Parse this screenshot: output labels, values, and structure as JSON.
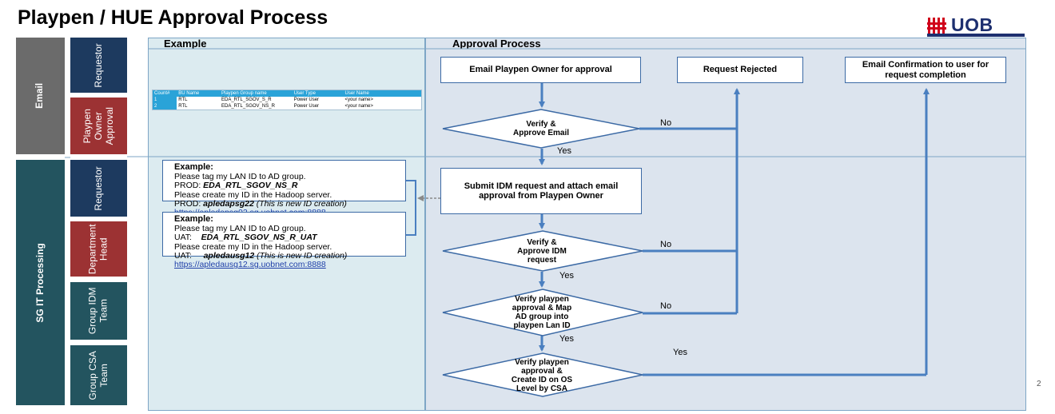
{
  "title": "Playpen / HUE Approval Process",
  "logo": {
    "text": "UOB"
  },
  "page_number": "2",
  "groups": [
    {
      "label": "Email",
      "color": "#6b6b6b"
    },
    {
      "label": "SG IT Processing",
      "color": "#23545f"
    }
  ],
  "lanes": [
    {
      "label": "Requestor",
      "color": "#1d3a5f"
    },
    {
      "label": "Playpen\nOwner\nApproval",
      "color": "#9c3233"
    },
    {
      "label": "Requestor",
      "color": "#1d3a5f"
    },
    {
      "label": "Department\nHead",
      "color": "#9c3233"
    },
    {
      "label": "Group IDM\nTeam",
      "color": "#23545f"
    },
    {
      "label": "Group CSA\nTeam",
      "color": "#23545f"
    }
  ],
  "panels": {
    "example": "Example",
    "approval": "Approval Process"
  },
  "table": {
    "headers": [
      "Count#",
      "BU Name",
      "Playpen Group name",
      "User Type",
      "User Name"
    ],
    "rows": [
      [
        "1",
        "RTL",
        "EDA_RTL_SGOV_S_R",
        "Power User",
        "<your name>"
      ],
      [
        "2",
        "RTL",
        "EDA_RTL_SGOV_NS_R",
        "Power User",
        "<your name>"
      ]
    ]
  },
  "example1": {
    "heading": "Example:",
    "line1": "Please tag my LAN ID to AD group.",
    "prod_label": "PROD: ",
    "prod_group": "EDA_RTL_SGOV_NS_R",
    "line3": "Please create my ID in the Hadoop server.",
    "prod2_label": "PROD: ",
    "prod2_host": "apledapsg22",
    "prod2_note": " (This is new ID creation)",
    "url": "https://apledapsg02.sg.uobnet.com:8888"
  },
  "example2": {
    "heading": "Example:",
    "line1": "Please tag my LAN ID to AD group.",
    "uat_label": "UAT:    ",
    "uat_group": "EDA_RTL_SGOV_NS_R_UAT",
    "line3": "Please create my ID in the Hadoop server.",
    "uat2_label": "UAT:     ",
    "uat2_host": "apledausg12",
    "uat2_note": " (This is new ID creation)",
    "url": "https://apledausg12.sg.uobnet.com:8888"
  },
  "flow": {
    "email_owner": "Email Playpen Owner for approval",
    "rejected": "Request Rejected",
    "confirmation": "Email Confirmation to user for request completion",
    "verify_email": "Verify &\nApprove Email",
    "submit_idm": "Submit IDM request  and attach email approval from Playpen Owner",
    "verify_idm": "Verify &\nApprove IDM\nrequest",
    "verify_map": "Verify playpen\napproval & Map\nAD group into\nplaypen Lan ID",
    "verify_create": "Verify playpen\napproval &\nCreate ID on OS\nLevel by CSA"
  },
  "labels": {
    "no1": "No",
    "yes1": "Yes",
    "no2": "No",
    "yes2": "Yes",
    "no3": "No",
    "yes3": "Yes",
    "yes4": "Yes"
  },
  "colors": {
    "flow_line": "#4a7fc0",
    "box_border": "#3c6aa5"
  }
}
